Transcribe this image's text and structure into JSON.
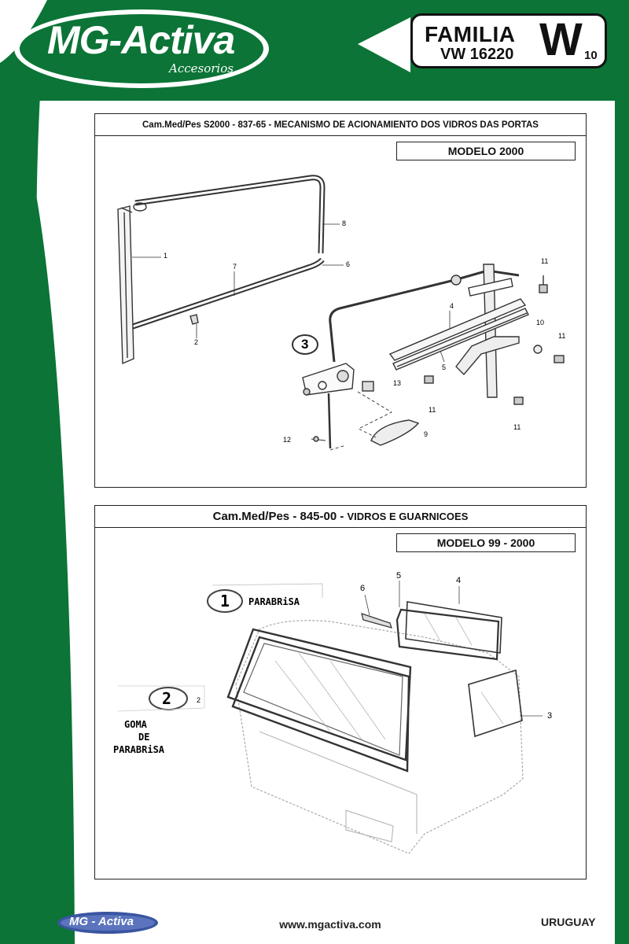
{
  "brand": {
    "name": "MG-Activa",
    "tagline": "Accesorios",
    "footer_logo": "MG - Activa"
  },
  "family": {
    "label": "FAMILIA",
    "model": "VW 16220",
    "letter": "W",
    "number": "10"
  },
  "panels": [
    {
      "title": "Cam.Med/Pes S2000 - 837-65 - MECANISMO DE ACIONAMIENTO DOS VIDROS DAS PORTAS",
      "model": "MODELO 2000",
      "callouts": [
        "1",
        "2",
        "3",
        "4",
        "5",
        "6",
        "7",
        "8",
        "9",
        "10",
        "11",
        "11",
        "11",
        "11",
        "12",
        "13"
      ]
    },
    {
      "title_parts": [
        "Cam.Med/Pes - 845-00 - ",
        "VIDROS E GUARNICOES"
      ],
      "model": "MODELO 99 - 2000",
      "callouts": [
        "2",
        "3",
        "4",
        "5",
        "6"
      ],
      "handwritten": {
        "n1": "1",
        "parabrisa": "PARABRiSA",
        "n2": "2",
        "goma": "GOMA",
        "de": "DE",
        "parabrisa2": "PARABRiSA"
      }
    }
  ],
  "footer": {
    "url": "www.mgactiva.com",
    "country": "URUGUAY"
  },
  "colors": {
    "brand_green": "#0b7436",
    "white": "#ffffff",
    "ink": "#111111",
    "footer_logo_blue": "#3a55a0"
  }
}
